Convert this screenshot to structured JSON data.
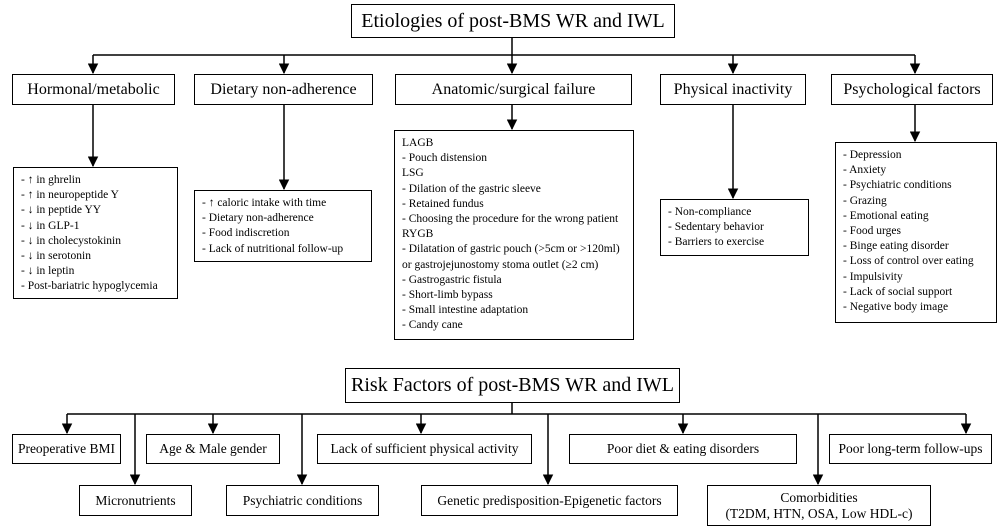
{
  "etiology": {
    "title": "Etiologies of post-BMS WR and IWL",
    "categories": [
      {
        "label": "Hormonal/metabolic",
        "items": [
          "- ↑ in ghrelin",
          "- ↑ in neuropeptide Y",
          "- ↓ in peptide YY",
          "- ↓ in GLP-1",
          "- ↓ in cholecystokinin",
          "- ↓ in serotonin",
          "- ↓ in leptin",
          "- Post-bariatric hypoglycemia"
        ]
      },
      {
        "label": "Dietary non-adherence",
        "items": [
          "- ↑ caloric intake with time",
          "- Dietary non-adherence",
          "- Food indiscretion",
          "- Lack of nutritional follow-up"
        ]
      },
      {
        "label": "Anatomic/surgical failure",
        "items": [
          "LAGB",
          "- Pouch distension",
          "LSG",
          "- Dilation of the gastric sleeve",
          "- Retained fundus",
          "- Choosing the procedure for the wrong patient",
          "RYGB",
          "- Dilatation of gastric pouch (>5cm or >120ml)",
          "or gastrojejunostomy stoma outlet (≥2 cm)",
          "- Gastrogastric fistula",
          "- Short-limb bypass",
          "- Small intestine adaptation",
          "- Candy cane"
        ]
      },
      {
        "label": "Physical inactivity",
        "items": [
          "- Non-compliance",
          "- Sedentary behavior",
          "- Barriers to exercise"
        ]
      },
      {
        "label": "Psychological factors",
        "items": [
          "- Depression",
          "- Anxiety",
          "- Psychiatric conditions",
          "- Grazing",
          "- Emotional eating",
          "- Food urges",
          "- Binge eating disorder",
          "- Loss of control over eating",
          "- Impulsivity",
          "- Lack of social support",
          "- Negative body image"
        ]
      }
    ]
  },
  "risk": {
    "title": "Risk Factors of post-BMS WR and IWL",
    "factors": [
      {
        "label": "Preoperative BMI"
      },
      {
        "label": "Micronutrients"
      },
      {
        "label": "Age & Male gender"
      },
      {
        "label": "Psychiatric conditions"
      },
      {
        "label": "Lack of sufficient physical activity"
      },
      {
        "label": "Genetic predisposition-Epigenetic factors"
      },
      {
        "label": "Poor diet & eating disorders"
      },
      {
        "label": "Comorbidities",
        "sub": "(T2DM, HTN, OSA, Low HDL-c)"
      },
      {
        "label": "Poor long-term follow-ups"
      }
    ]
  }
}
